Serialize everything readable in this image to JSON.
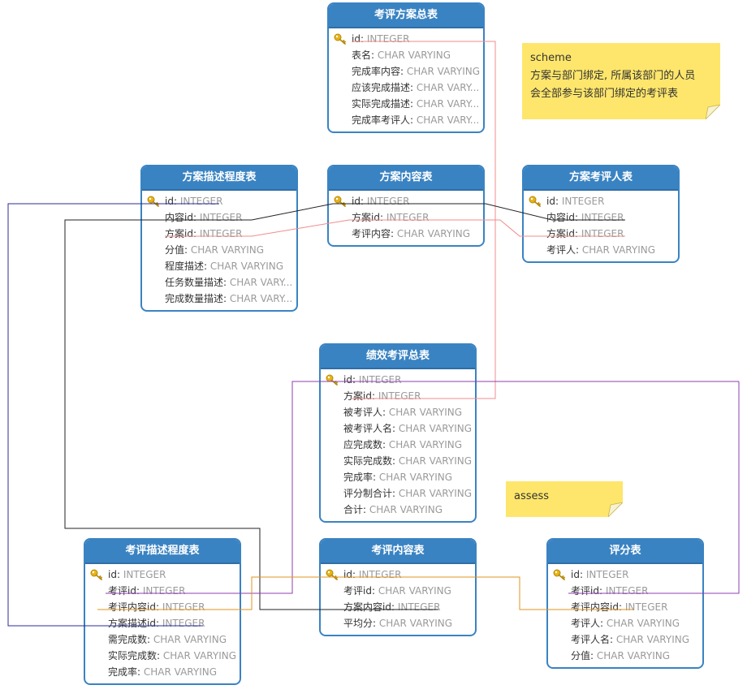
{
  "tables": [
    {
      "id": "kpfazb",
      "name": "考评方案总表",
      "fields": [
        {
          "name": "id",
          "type": "INTEGER",
          "pk": true
        },
        {
          "name": "表名",
          "type": "CHAR VARYING"
        },
        {
          "name": "完成率内容",
          "type": "CHAR VARYING"
        },
        {
          "name": "应该完成描述",
          "type": "CHAR VARY..."
        },
        {
          "name": "实际完成描述",
          "type": "CHAR VARY..."
        },
        {
          "name": "完成率考评人",
          "type": "CHAR VARY..."
        }
      ]
    },
    {
      "id": "fams",
      "name": "方案描述程度表",
      "fields": [
        {
          "name": "id",
          "type": "INTEGER",
          "pk": true
        },
        {
          "name": "内容id",
          "type": "INTEGER"
        },
        {
          "name": "方案id",
          "type": "INTEGER"
        },
        {
          "name": "分值",
          "type": "CHAR VARYING"
        },
        {
          "name": "程度描述",
          "type": "CHAR VARYING"
        },
        {
          "name": "任务数量描述",
          "type": "CHAR VARY..."
        },
        {
          "name": "完成数量描述",
          "type": "CHAR VARY..."
        }
      ]
    },
    {
      "id": "fanr",
      "name": "方案内容表",
      "fields": [
        {
          "name": "id",
          "type": "INTEGER",
          "pk": true
        },
        {
          "name": "方案id",
          "type": "INTEGER"
        },
        {
          "name": "考评内容",
          "type": "CHAR VARYING"
        }
      ]
    },
    {
      "id": "fakpr",
      "name": "方案考评人表",
      "fields": [
        {
          "name": "id",
          "type": "INTEGER",
          "pk": true
        },
        {
          "name": "内容id",
          "type": "INTEGER"
        },
        {
          "name": "方案id",
          "type": "INTEGER"
        },
        {
          "name": "考评人",
          "type": "CHAR VARYING"
        }
      ]
    },
    {
      "id": "jxkp",
      "name": "绩效考评总表",
      "fields": [
        {
          "name": "id",
          "type": "INTEGER",
          "pk": true
        },
        {
          "name": "方案id",
          "type": "INTEGER"
        },
        {
          "name": "被考评人",
          "type": "CHAR VARYING"
        },
        {
          "name": "被考评人名",
          "type": "CHAR VARYING"
        },
        {
          "name": "应完成数",
          "type": "CHAR VARYING"
        },
        {
          "name": "实际完成数",
          "type": "CHAR VARYING"
        },
        {
          "name": "完成率",
          "type": "CHAR VARYING"
        },
        {
          "name": "评分制合计",
          "type": "CHAR VARYING"
        },
        {
          "name": "合计",
          "type": "CHAR VARYING"
        }
      ]
    },
    {
      "id": "kpms",
      "name": "考评描述程度表",
      "fields": [
        {
          "name": "id",
          "type": "INTEGER",
          "pk": true
        },
        {
          "name": "考评id",
          "type": "INTEGER"
        },
        {
          "name": "考评内容id",
          "type": "INTEGER"
        },
        {
          "name": "方案描述id",
          "type": "INTEGER"
        },
        {
          "name": "需完成数",
          "type": "CHAR VARYING"
        },
        {
          "name": "实际完成数",
          "type": "CHAR VARYING"
        },
        {
          "name": "完成率",
          "type": "CHAR VARYING"
        }
      ]
    },
    {
      "id": "kpnr",
      "name": "考评内容表",
      "fields": [
        {
          "name": "id",
          "type": "INTEGER",
          "pk": true
        },
        {
          "name": "考评id",
          "type": "CHAR VARYING"
        },
        {
          "name": "方案内容id",
          "type": "INTEGER"
        },
        {
          "name": "平均分",
          "type": "CHAR VARYING"
        }
      ]
    },
    {
      "id": "pf",
      "name": "评分表",
      "fields": [
        {
          "name": "id",
          "type": "INTEGER",
          "pk": true
        },
        {
          "name": "考评id",
          "type": "INTEGER"
        },
        {
          "name": "考评内容id",
          "type": "INTEGER"
        },
        {
          "name": "考评人",
          "type": "CHAR VARYING"
        },
        {
          "name": "考评人名",
          "type": "CHAR VARYING"
        },
        {
          "name": "分值",
          "type": "CHAR VARYING"
        }
      ]
    }
  ],
  "notes": [
    {
      "id": "scheme",
      "title": "scheme",
      "lines": [
        "方案与部门绑定, 所属该部门的人员",
        "会全部参与该部门绑定的考评表"
      ]
    },
    {
      "id": "assess",
      "title": "assess",
      "lines": []
    }
  ],
  "link_colors": {
    "pink": "#f08c8c",
    "black": "#222222",
    "navy": "#2b2b9a",
    "purple": "#8e3fb0",
    "orange": "#e0961e"
  },
  "colors": {
    "header": "#3a83c2",
    "border": "#3a83c2",
    "note": "#fde66b",
    "key": "#e8b416",
    "field_type": "#9a9a9a"
  }
}
